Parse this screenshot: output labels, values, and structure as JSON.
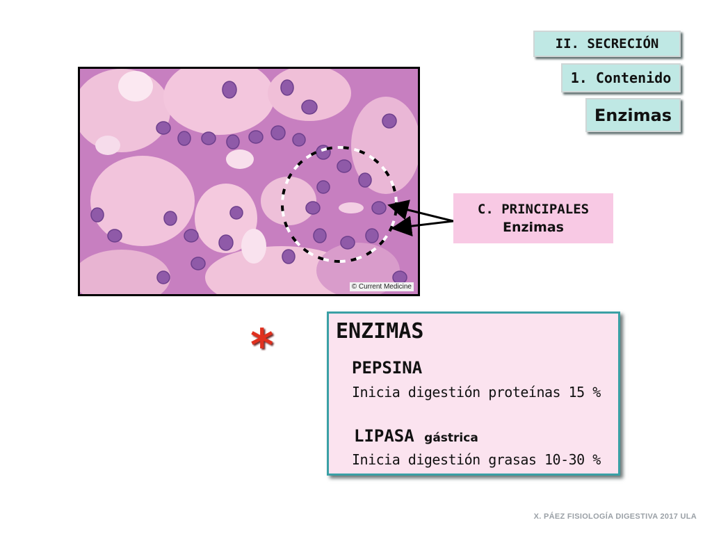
{
  "breadcrumbs": {
    "section": "II. SECRECIÓN",
    "subsection": "1. Contenido",
    "topic": "Enzimas"
  },
  "micrograph": {
    "credit": "© Current Medicine"
  },
  "principal_cells": {
    "line1": "C. PRINCIPALES",
    "line2": "Enzimas"
  },
  "asterisk": "*",
  "enzymes": {
    "title": "ENZIMAS",
    "pepsin": {
      "name": "PEPSINA",
      "description": "Inicia digestión proteínas 15 %"
    },
    "lipase": {
      "name": "LIPASA",
      "qualifier": "gástrica",
      "description": "Inicia digestión grasas 10-30 %"
    }
  },
  "footer": "X. PÁEZ   FISIOLOGÍA DIGESTIVA 2017  ULA",
  "colors": {
    "tag_bg": "#bfe8e4",
    "principal_bg": "#f8c9e4",
    "panel_bg": "#fbe3ef",
    "panel_border": "#3aa0a5",
    "asterisk": "#e0301e"
  }
}
